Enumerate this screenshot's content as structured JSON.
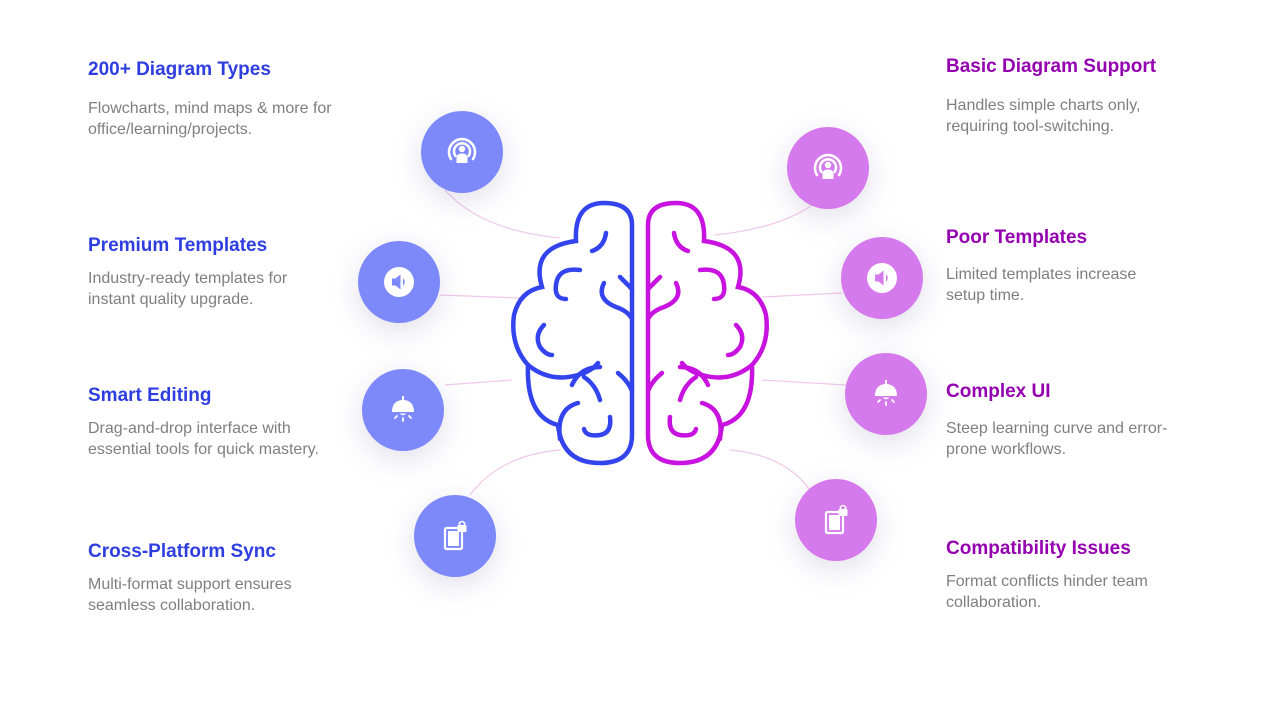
{
  "colors": {
    "left_accent": "#2e3ee0",
    "right_accent": "#9400b0",
    "left_circle": "#7d89fb",
    "right_circle": "#d57aec",
    "description_text": "#7f7f7f",
    "brain_left": "#3344ee",
    "brain_right": "#c812e0"
  },
  "left": [
    {
      "title": "200+ Diagram Types",
      "description": "Flowcharts, mind maps & more for office/learning/projects.",
      "icon": "podcast-user-icon"
    },
    {
      "title": "Premium Templates",
      "description": "Industry-ready templates for instant quality upgrade.",
      "icon": "speaker-icon"
    },
    {
      "title": "Smart Editing",
      "description": "Drag-and-drop interface with essential tools for quick mastery.",
      "icon": "lamp-icon"
    },
    {
      "title": "Cross-Platform Sync",
      "description": "Multi-format support ensures seamless collaboration.",
      "icon": "locked-door-icon"
    }
  ],
  "right": [
    {
      "title": "Basic Diagram Support",
      "description": "Handles simple charts only, requiring tool-switching.",
      "icon": "podcast-user-icon"
    },
    {
      "title": "Poor Templates",
      "description": "Limited templates increase setup time.",
      "icon": "speaker-icon"
    },
    {
      "title": "Complex UI",
      "description": "Steep learning curve and error-prone workflows.",
      "icon": "lamp-icon"
    },
    {
      "title": "Compatibility Issues",
      "description": "Format conflicts hinder team collaboration.",
      "icon": "locked-door-icon"
    }
  ]
}
